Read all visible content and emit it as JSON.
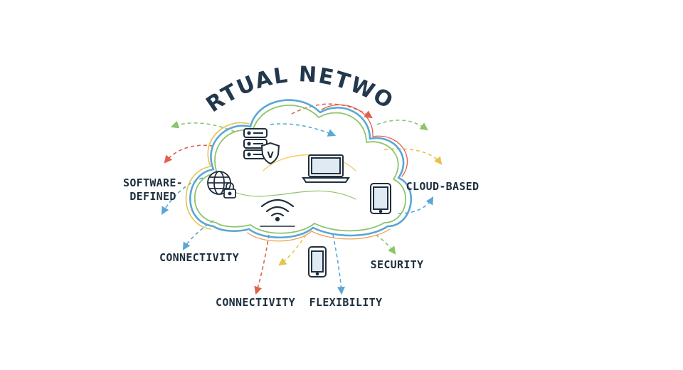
{
  "diagram": {
    "title": "VIRTUAL NETWORK",
    "labels": {
      "software_defined_line1": "SOFTWARE-",
      "software_defined_line2": "DEFINED",
      "cloud_based": "CLOUD-BASED",
      "connectivity_left": "CONNECTIVITY",
      "connectivity_bottom": "CONNECTIVITY",
      "flexibility": "FLEXIBILITY",
      "security": "SECURITY"
    },
    "icons": [
      "server-shield-icon",
      "laptop-icon",
      "globe-lock-icon",
      "wifi-icon",
      "tablet-icon",
      "smartphone-icon",
      "cloud-icon"
    ],
    "shield_glyph": "V",
    "colors": {
      "ink": "#1f2f3d",
      "blue": "#5aa7d6",
      "green": "#8cc56a",
      "yellow": "#f0d060",
      "red": "#e0604a",
      "orange": "#f0a050"
    }
  }
}
